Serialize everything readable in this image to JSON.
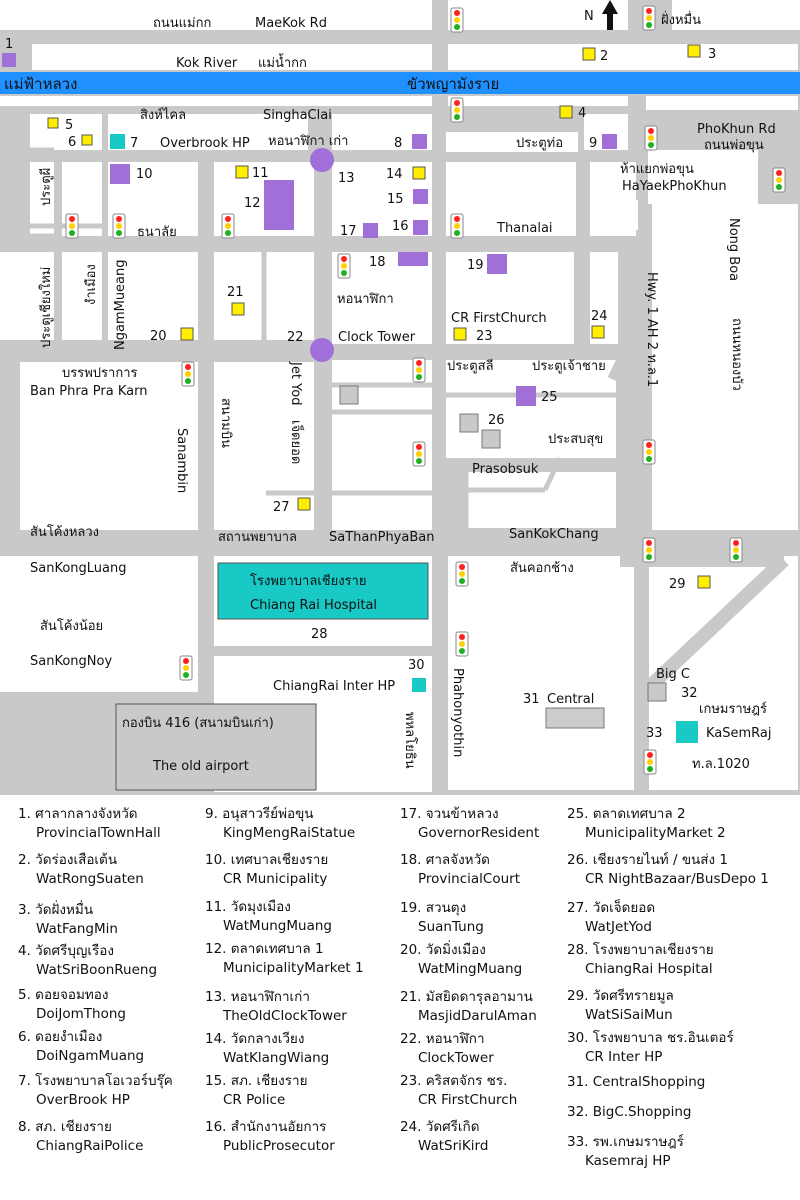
{
  "colors": {
    "road": "#c9c9c9",
    "river": "#1e90ff",
    "block": "#ffffff",
    "block_border": "#555555",
    "hospital": "#18c9c6",
    "temple_marker": "#ffee00",
    "govt_marker": "#a070d8",
    "commercial_marker": "#cccccc",
    "medical_marker": "#18c9c6",
    "clocktower": "#a070d8",
    "airport": "#c9c9c9"
  },
  "north_label": "N",
  "map_labels": {
    "maekok_th": "ถนนแม่กก",
    "maekok_en": "MaeKok Rd",
    "fangmin_th": "ฝั่งหมื่น",
    "kok_river_en": "Kok River",
    "kok_river_th": "แม่น้ำกก",
    "maefa_th": "แม่ฟ้าหลวง",
    "bua_th": "ขัวพญามังราย",
    "singhaclai_th": "สิงห์ไคล",
    "singhaclai_en": "SinghaClai",
    "old_clock_th": "หอนาฬิกา เก่า",
    "overbrook": "Overbrook HP",
    "pratutha_th": "ประตูท่อ",
    "phokhun_en": "PhoKhun Rd",
    "phokhun_th": "ถนนพ่อขุน",
    "hayaek_th": "ห้าแยกพ่อขุน",
    "hayaek_en": "HaYaekPhoKhun",
    "pratuphi_th": "ประตูผี",
    "thanalai_th": "ธนาลัย",
    "thanalai_en": "Thanalai",
    "nongboa_en": "Nong Boa",
    "pratu_cm_th": "ประตูเชียงใหม่",
    "ngamueang_th": "งำเมือง",
    "ngammueang_en": "NgamMueang",
    "clock_th": "หอนาฬิกา",
    "clock_en": "Clock Tower",
    "firstchurch": "CR FirstChurch",
    "hwy": "Hwy. 1  AH 2  ท.ล.1",
    "nonghongbua_th": "ถนนหนองบัว",
    "banphra_th": "บรรพปราการ",
    "banphra_en": "Ban Phra Pra Karn",
    "jetyod_en": "Jet Yod",
    "jetyod_th": "เจ็ดยอด",
    "sanambin_th": "สนามบิน",
    "sanambin_en": "Sanambin",
    "pratusali_th": "ประตูสลี",
    "pratuchaochai_th": "ประตูเจ้าชาย",
    "prasobsuk_th": "ประสบสุข",
    "prasobsuk_en": "Prasobsuk",
    "sankhonglaung_th": "สันโค้งหลวง",
    "sathan_th": "สถานพยาบาล",
    "sathan_en": "SaThanPhyaBan",
    "sankokchang_en": "SanKokChang",
    "sankongluang_en": "SanKongLuang",
    "sankokchang_th": "สันคอกช้าง",
    "hospital_th": "โรงพยาบาลเชียงราย",
    "hospital_en": "Chiang Rai Hospital",
    "sankongnoi_th": "สันโค้งน้อย",
    "sankongnoy_en": "SanKongNoy",
    "interhp": "ChiangRai Inter HP",
    "phahonyothin_en": "Phahonyothin",
    "phahonyothin_th": "พหลโยธิน",
    "central": "Central",
    "bigc": "Big C",
    "kasem_th": "เกษมราษฎร์",
    "kasem_en": "KaSemRaj",
    "tl1020": "ท.ล.1020",
    "airport_th": "กองบิน 416 (สนามบินเก่า)",
    "airport_en": "The old airport"
  },
  "markers": {
    "m1": "1",
    "m2": "2",
    "m3": "3",
    "m4": "4",
    "m5": "5",
    "m6": "6",
    "m7": "7",
    "m8": "8",
    "m9": "9",
    "m10": "10",
    "m11": "11",
    "m12": "12",
    "m13": "13",
    "m14": "14",
    "m15": "15",
    "m16": "16",
    "m17": "17",
    "m18": "18",
    "m19": "19",
    "m20": "20",
    "m21": "21",
    "m22": "22",
    "m23": "23",
    "m24": "24",
    "m25": "25",
    "m26": "26",
    "m27": "27",
    "m28": "28",
    "m29": "29",
    "m30": "30",
    "m31": "31",
    "m32": "32",
    "m33": "33"
  },
  "legend": [
    {
      "num": "1.",
      "th": "ศาลากลางจังหวัด",
      "en": "ProvincialTownHall"
    },
    {
      "num": "2.",
      "th": "วัดร่องเสือเต้น",
      "en": "WatRongSuaten"
    },
    {
      "num": "3.",
      "th": "วัดฝั่งหมื่น",
      "en": "WatFangMin"
    },
    {
      "num": "4.",
      "th": "วัดศรีบุญเรือง",
      "en": "WatSriBoonRueng"
    },
    {
      "num": "5.",
      "th": "ดอยจอมทอง",
      "en": "DoiJomThong"
    },
    {
      "num": "6.",
      "th": "ดอยงำเมือง",
      "en": "DoiNgamMuang"
    },
    {
      "num": "7.",
      "th": "โรงพยาบาลโอเวอร์บรุ๊ค",
      "en": "OverBrook HP"
    },
    {
      "num": "8.",
      "th": "สภ. เชียงราย",
      "en": "ChiangRaiPolice"
    },
    {
      "num": "9.",
      "th": "อนุสาวรีย์พ่อขุน",
      "en": "KingMengRaiStatue"
    },
    {
      "num": "10.",
      "th": "เทศบาลเชียงราย",
      "en": "CR Municipality"
    },
    {
      "num": "11.",
      "th": "วัดมุงเมือง",
      "en": "WatMungMuang"
    },
    {
      "num": "12.",
      "th": "ตลาดเทศบาล 1",
      "en": "MunicipalityMarket 1"
    },
    {
      "num": "13.",
      "th": "หอนาฬิกาเก่า",
      "en": "TheOldClockTower"
    },
    {
      "num": "14.",
      "th": "วัดกลางเวียง",
      "en": "WatKlangWiang"
    },
    {
      "num": "15.",
      "th": "สภ. เชียงราย",
      "en": "CR Police"
    },
    {
      "num": "16.",
      "th": "สำนักงานอัยการ",
      "en": "PublicProsecutor"
    },
    {
      "num": "17.",
      "th": "จวนข้าหลวง",
      "en": "GovernorResident"
    },
    {
      "num": "18.",
      "th": "ศาลจังหวัด",
      "en": "ProvincialCourt"
    },
    {
      "num": "19.",
      "th": "สวนตุง",
      "en": "SuanTung"
    },
    {
      "num": "20.",
      "th": "วัดมิ่งเมือง",
      "en": "WatMingMuang"
    },
    {
      "num": "21.",
      "th": "มัสยิดดารุลอามาน",
      "en": "MasjidDarulAman"
    },
    {
      "num": "22.",
      "th": "หอนาฬิกา",
      "en": "ClockTower"
    },
    {
      "num": "23.",
      "th": "คริสตจักร ชร.",
      "en": "CR FirstChurch"
    },
    {
      "num": "24.",
      "th": "วัดศรีเกิด",
      "en": "WatSriKird"
    },
    {
      "num": "25.",
      "th": "ตลาดเทศบาล 2",
      "en": "MunicipalityMarket 2"
    },
    {
      "num": "26.",
      "th": "เชียงรายไนท์ / ขนส่ง 1",
      "en": "CR NightBazaar/BusDepo 1"
    },
    {
      "num": "27.",
      "th": "วัดเจ็ดยอด",
      "en": "WatJetYod"
    },
    {
      "num": "28.",
      "th": "โรงพยาบาลเชียงราย",
      "en": "ChiangRai Hospital"
    },
    {
      "num": "29.",
      "th": "วัดศรีทรายมูล",
      "en": "WatSiSaiMun"
    },
    {
      "num": "30.",
      "th": "โรงพยาบาล ชร.อินเตอร์",
      "en": "CR Inter HP"
    },
    {
      "num": "31.",
      "th": "",
      "en": "CentralShopping"
    },
    {
      "num": "32.",
      "th": "",
      "en": "BigC.Shopping"
    },
    {
      "num": "33.",
      "th": "รพ.เกษมราษฎร์",
      "en": "Kasemraj HP"
    }
  ]
}
